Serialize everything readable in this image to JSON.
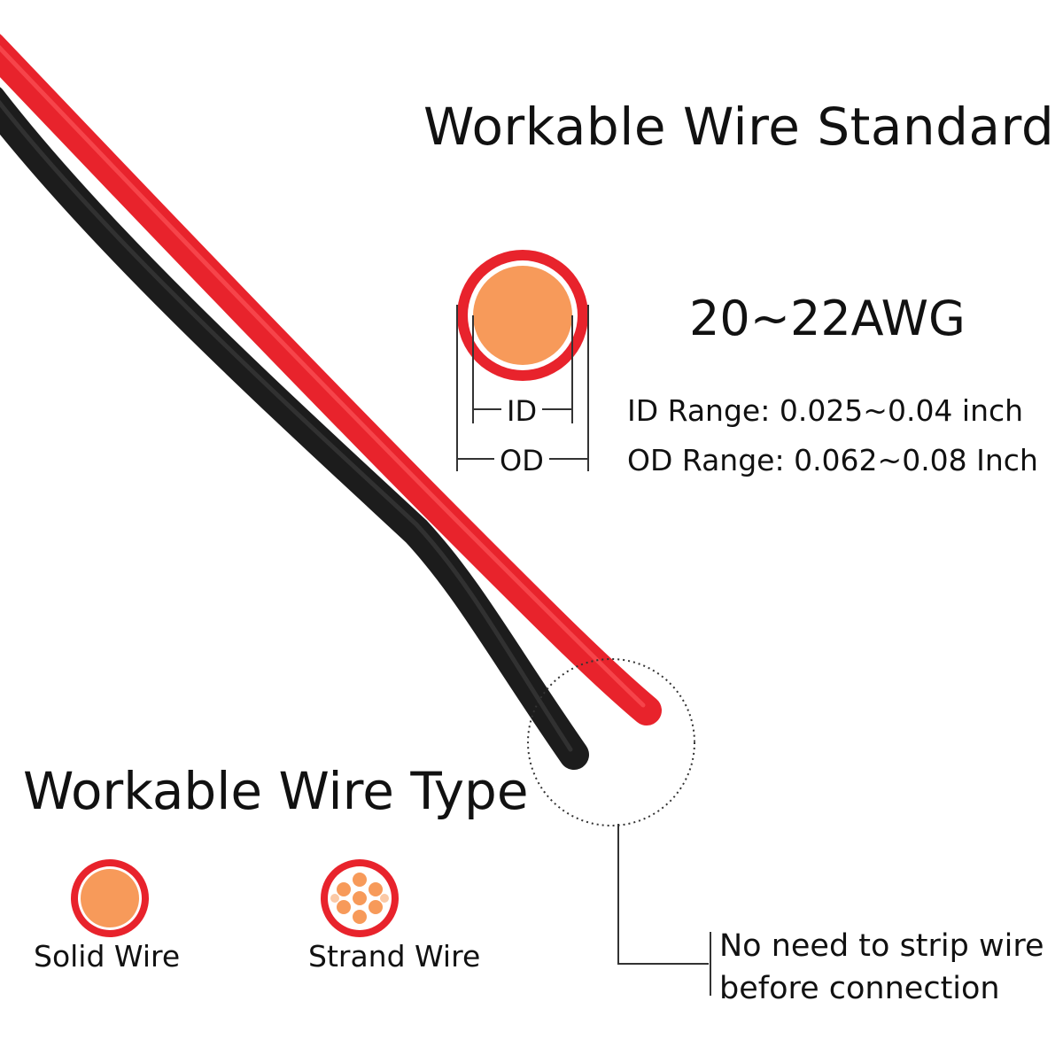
{
  "header": {
    "title": "Workable Wire Standard"
  },
  "standard": {
    "gauge": "20~22AWG",
    "id_range": "ID Range: 0.025~0.04 inch",
    "od_range": "OD Range: 0.062~0.08 Inch",
    "id_label": "ID",
    "od_label": "OD"
  },
  "wire_type": {
    "title": "Workable Wire Type",
    "solid_label": "Solid Wire",
    "strand_label": "Strand Wire"
  },
  "note": {
    "line1": "No need to strip wire",
    "line2": "before connection"
  },
  "colors": {
    "red_insulation": "#e8232c",
    "black_insulation": "#1a1a1a",
    "copper_core": "#f79a5a",
    "text": "#111111"
  }
}
